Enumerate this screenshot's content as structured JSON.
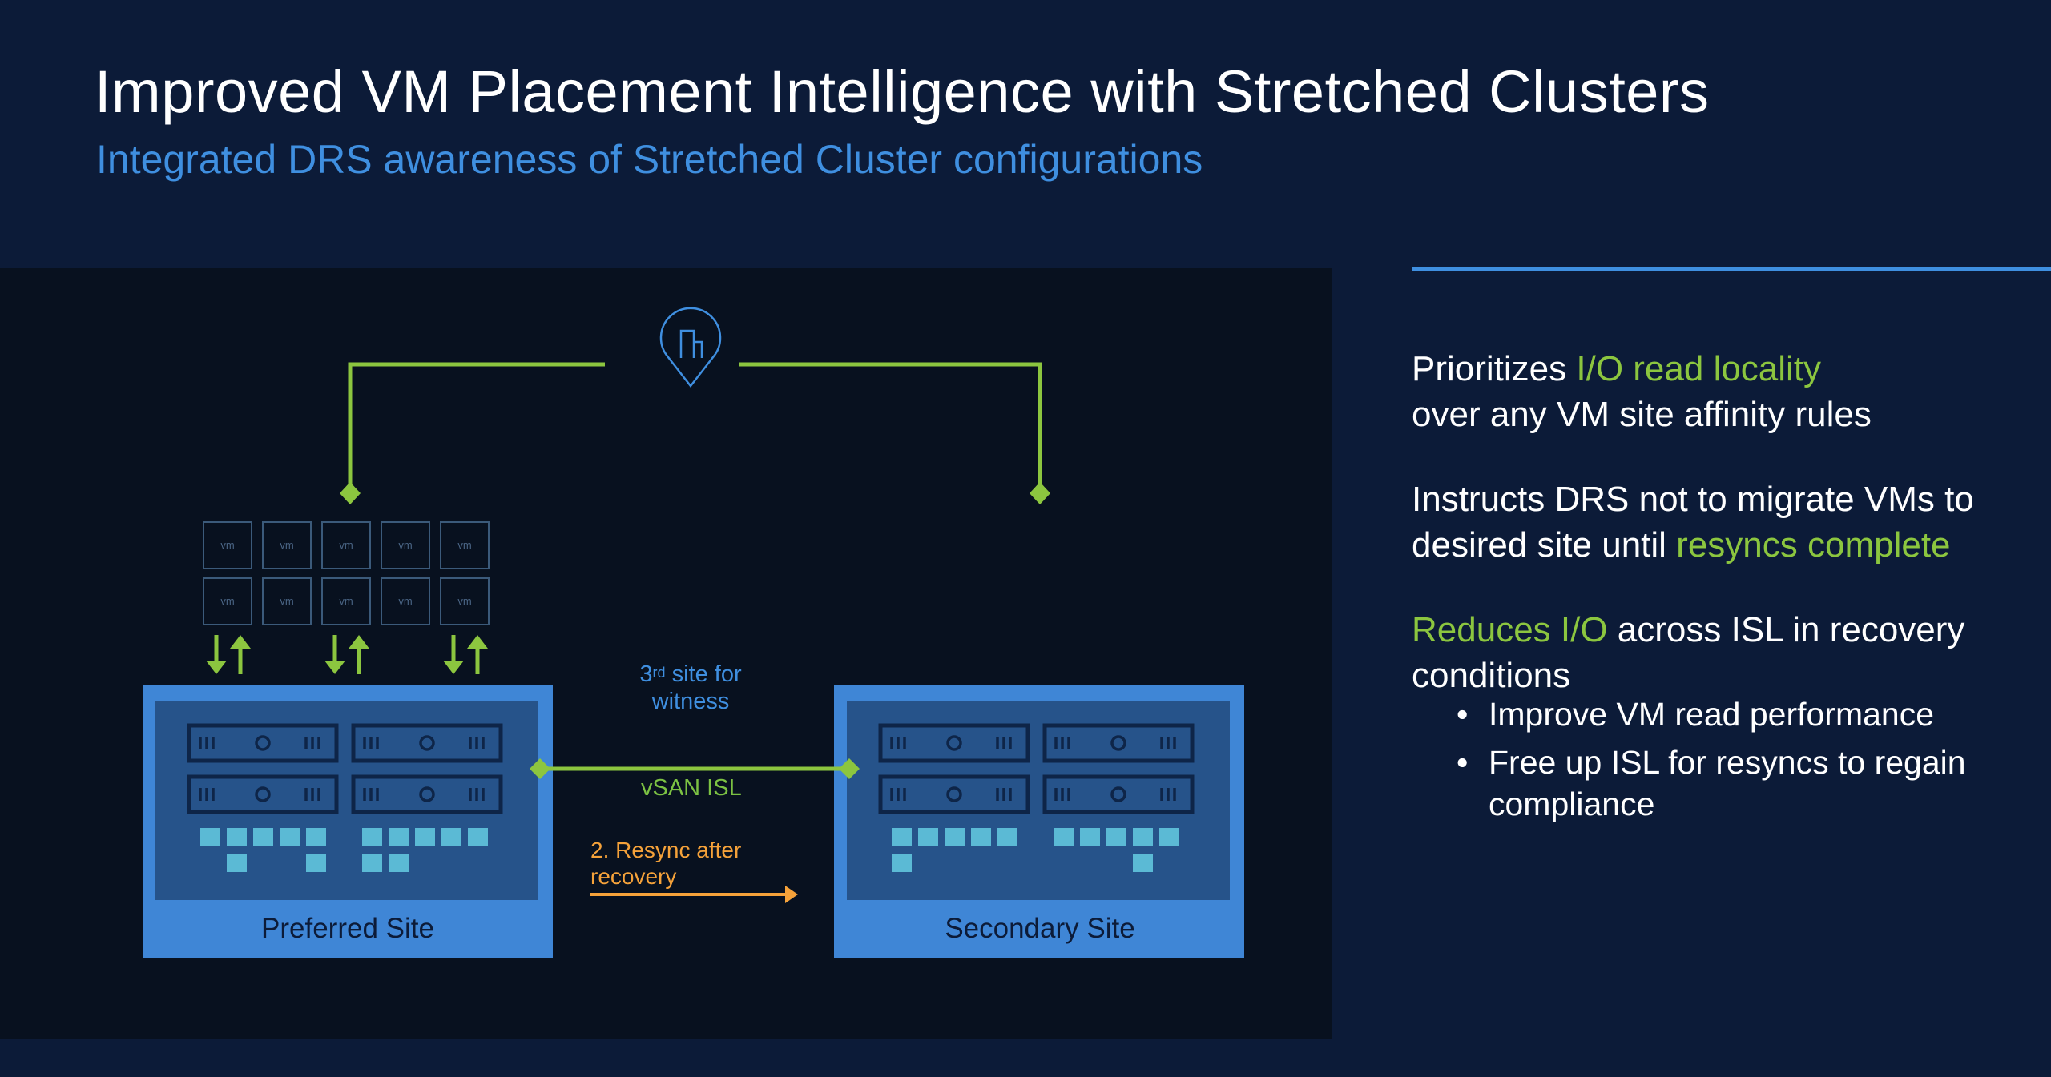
{
  "header": {
    "title": "Improved VM Placement Intelligence with Stretched Clusters",
    "subtitle": "Integrated DRS awareness of Stretched Cluster configurations"
  },
  "diagram": {
    "witness": {
      "icon": "location-pin-building-icon",
      "label_prefix": "3",
      "label_superscript": "rd",
      "label_rest_line1": " site for",
      "label_line2": "witness"
    },
    "vm_grid": {
      "rows": 2,
      "cols": 5,
      "vm_label": "vm"
    },
    "arrow_pairs": 3,
    "sites": [
      {
        "label": "Preferred Site"
      },
      {
        "label": "Secondary Site"
      }
    ],
    "isl_label": "vSAN ISL",
    "resync_label_line1": "2. Resync after",
    "resync_label_line2": "recovery",
    "colors": {
      "link_green": "#8cc63f",
      "site_outer": "#3f86d6",
      "site_inner": "#26538a",
      "disk": "#5bbad5",
      "server_stroke": "#0e2548",
      "resync_orange": "#f5a23a",
      "witness_blue": "#3f8fe0"
    }
  },
  "points": {
    "p1": {
      "text_a": "Prioritizes ",
      "highlight": "I/O read locality",
      "text_b": "over any VM site affinity rules"
    },
    "p2": {
      "text_a": "Instructs DRS not to migrate VMs to desired site until ",
      "highlight": "resyncs complete"
    },
    "p3": {
      "highlight": "Reduces I/O",
      "text_b": " across ISL in recovery conditions",
      "bullets": [
        "Improve VM read performance",
        "Free up ISL for resyncs to regain compliance"
      ],
      "bullet_glyph": "•"
    }
  }
}
